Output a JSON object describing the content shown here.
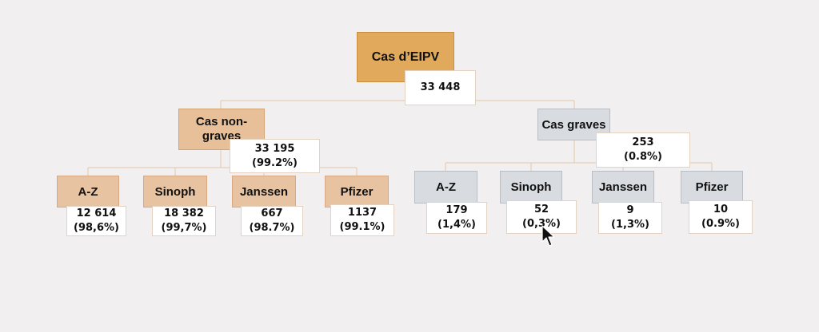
{
  "root": {
    "label": "Cas d’EIPV",
    "value": "33 448"
  },
  "branches": {
    "non_serious": {
      "label": "Cas non-graves",
      "value": "33 195",
      "percent": "(99.2%)",
      "leaves": [
        {
          "label": "A-Z",
          "value": "12 614",
          "percent": "(98,6%)"
        },
        {
          "label": "Sinoph",
          "value": "18 382",
          "percent": "(99,7%)"
        },
        {
          "label": "Janssen",
          "value": "667",
          "percent": "(98.7%)"
        },
        {
          "label": "Pfizer",
          "value": "1137",
          "percent": "(99.1%)"
        }
      ]
    },
    "serious": {
      "label": "Cas graves",
      "value": "253",
      "percent": "(0.8%)",
      "leaves": [
        {
          "label": "A-Z",
          "value": "179",
          "percent": "(1,4%)"
        },
        {
          "label": "Sinoph",
          "value": "52",
          "percent": "(0,3%)"
        },
        {
          "label": "Janssen",
          "value": "9",
          "percent": "(1,3%)"
        },
        {
          "label": "Pfizer",
          "value": "10",
          "percent": "(0.9%)"
        }
      ]
    }
  },
  "colors": {
    "root": "#e0a95c",
    "non_serious": "#e7bf98",
    "serious": "#d8dce0",
    "connector": "#e3c7ab"
  }
}
